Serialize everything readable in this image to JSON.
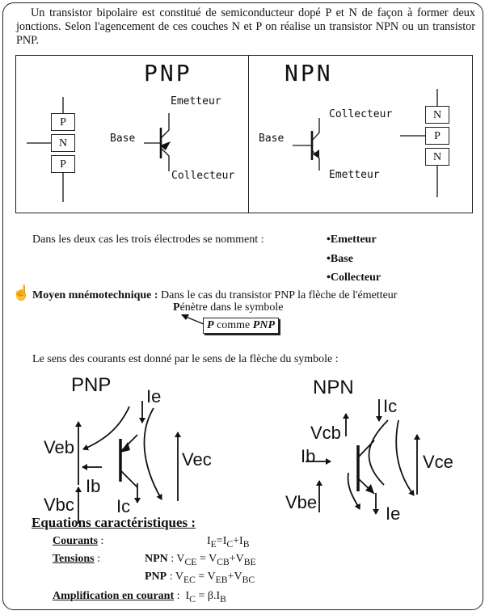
{
  "intro": "Un transistor bipolaire est constitué de semiconducteur dopé P et N de façon à former deux jonctions. Selon l'agencement de ces couches N et P on réalise un transistor NPN ou un transistor PNP.",
  "pnp_panel": {
    "title": "PNP",
    "layers": [
      "P",
      "N",
      "P"
    ],
    "emitter": "Emetteur",
    "base": "Base",
    "collector": "Collecteur"
  },
  "npn_panel": {
    "title": "NPN",
    "layers": [
      "N",
      "P",
      "N"
    ],
    "collector": "Collecteur",
    "base": "Base",
    "emitter": "Emetteur"
  },
  "electrodes_text": "Dans les deux cas les trois électrodes se nomment :",
  "electrodes": [
    "•Emetteur",
    "•Base",
    "•Collecteur"
  ],
  "mnemonic": {
    "label": "Moyen mnémotechnique :",
    "text": "Dans le cas du transistor PNP la flèche de l'émetteur",
    "line2_bold": "P",
    "line2_rest": "énètre dans le symbole",
    "box_p": "P",
    "box_middle": " comme ",
    "box_pnp": "PNP"
  },
  "currents_text": "Le sens des courants est donné par le sens de la flèche du symbole :",
  "pnp_currents": {
    "title": "PNP",
    "ie": "Ie",
    "veb": "Veb",
    "vec": "Vec",
    "ib": "Ib",
    "vbc": "Vbc",
    "ic": "Ic"
  },
  "npn_currents": {
    "title": "NPN",
    "ic": "Ic",
    "vcb": "Vcb",
    "ib": "Ib",
    "vce": "Vce",
    "vbe": "Vbe",
    "ie": "Ie"
  },
  "equations": {
    "title": "Equations caractéristiques :",
    "courants_label": "Courants",
    "courants_colon": " :",
    "tensions_label": "Tensions",
    "tensions_colon": " :",
    "npn_label": "NPN",
    "pnp_label": "PNP",
    "ampli_label": "Amplification en courant",
    "ampli_colon": " :"
  }
}
